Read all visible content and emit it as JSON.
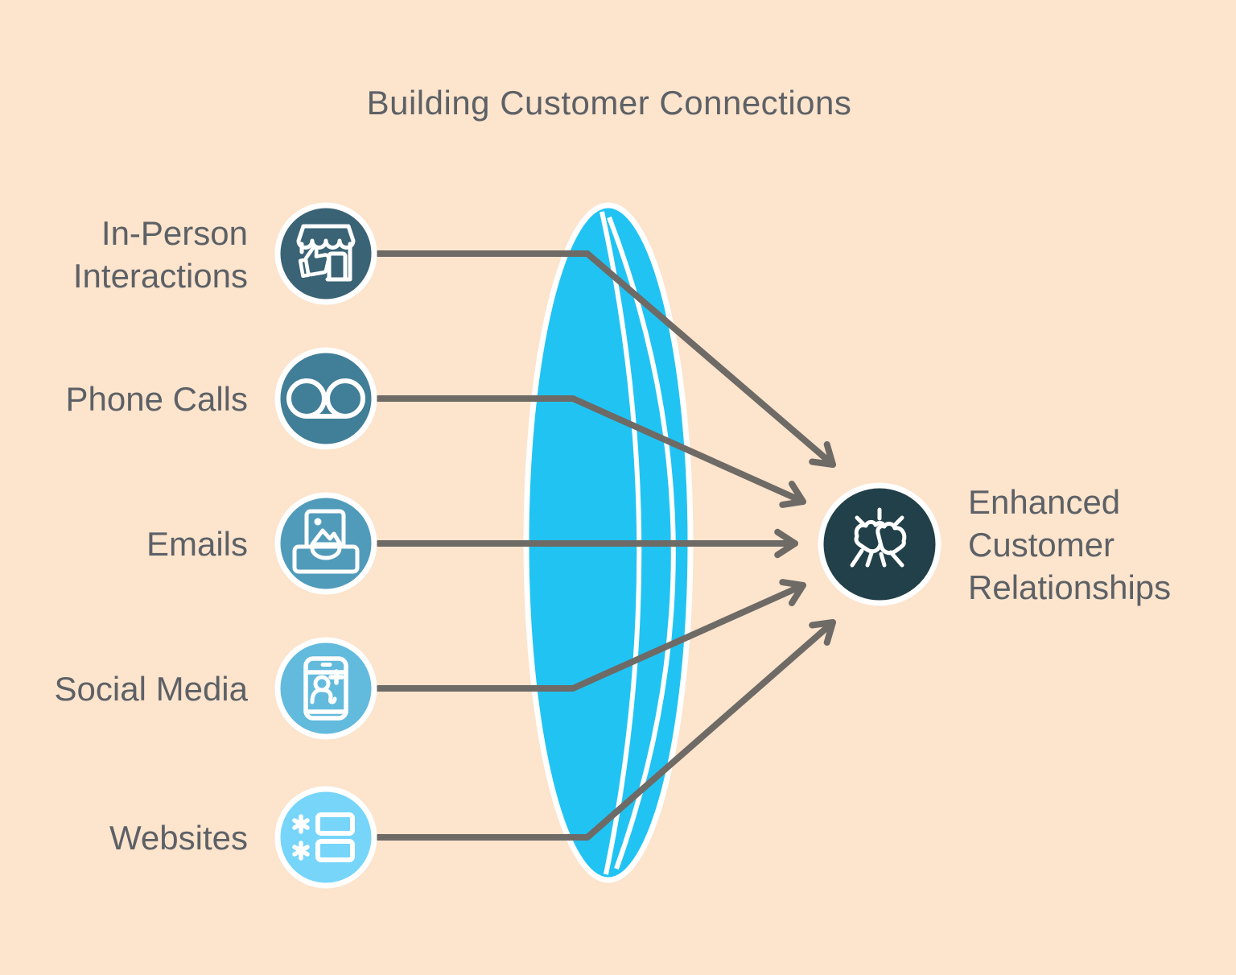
{
  "title": "Building Customer Connections",
  "colors": {
    "background": "#fce4cd",
    "lens": "#21c3f3",
    "connector": "#6e6a66",
    "text": "#5d6166",
    "white": "#ffffff"
  },
  "sources": [
    {
      "label": "In-Person Interactions",
      "icon": "storefront-thumbs-up-icon",
      "color": "#3a6375"
    },
    {
      "label": "Phone Calls",
      "icon": "voicemail-icon",
      "color": "#417e97"
    },
    {
      "label": "Emails",
      "icon": "inbox-photo-icon",
      "color": "#519bba"
    },
    {
      "label": "Social Media",
      "icon": "phone-add-user-icon",
      "color": "#62badd"
    },
    {
      "label": "Websites",
      "icon": "form-fields-icon",
      "color": "#76d5f9"
    }
  ],
  "target": {
    "label": "Enhanced Customer Relationships",
    "icon": "fist-bump-icon",
    "color": "#214049"
  }
}
